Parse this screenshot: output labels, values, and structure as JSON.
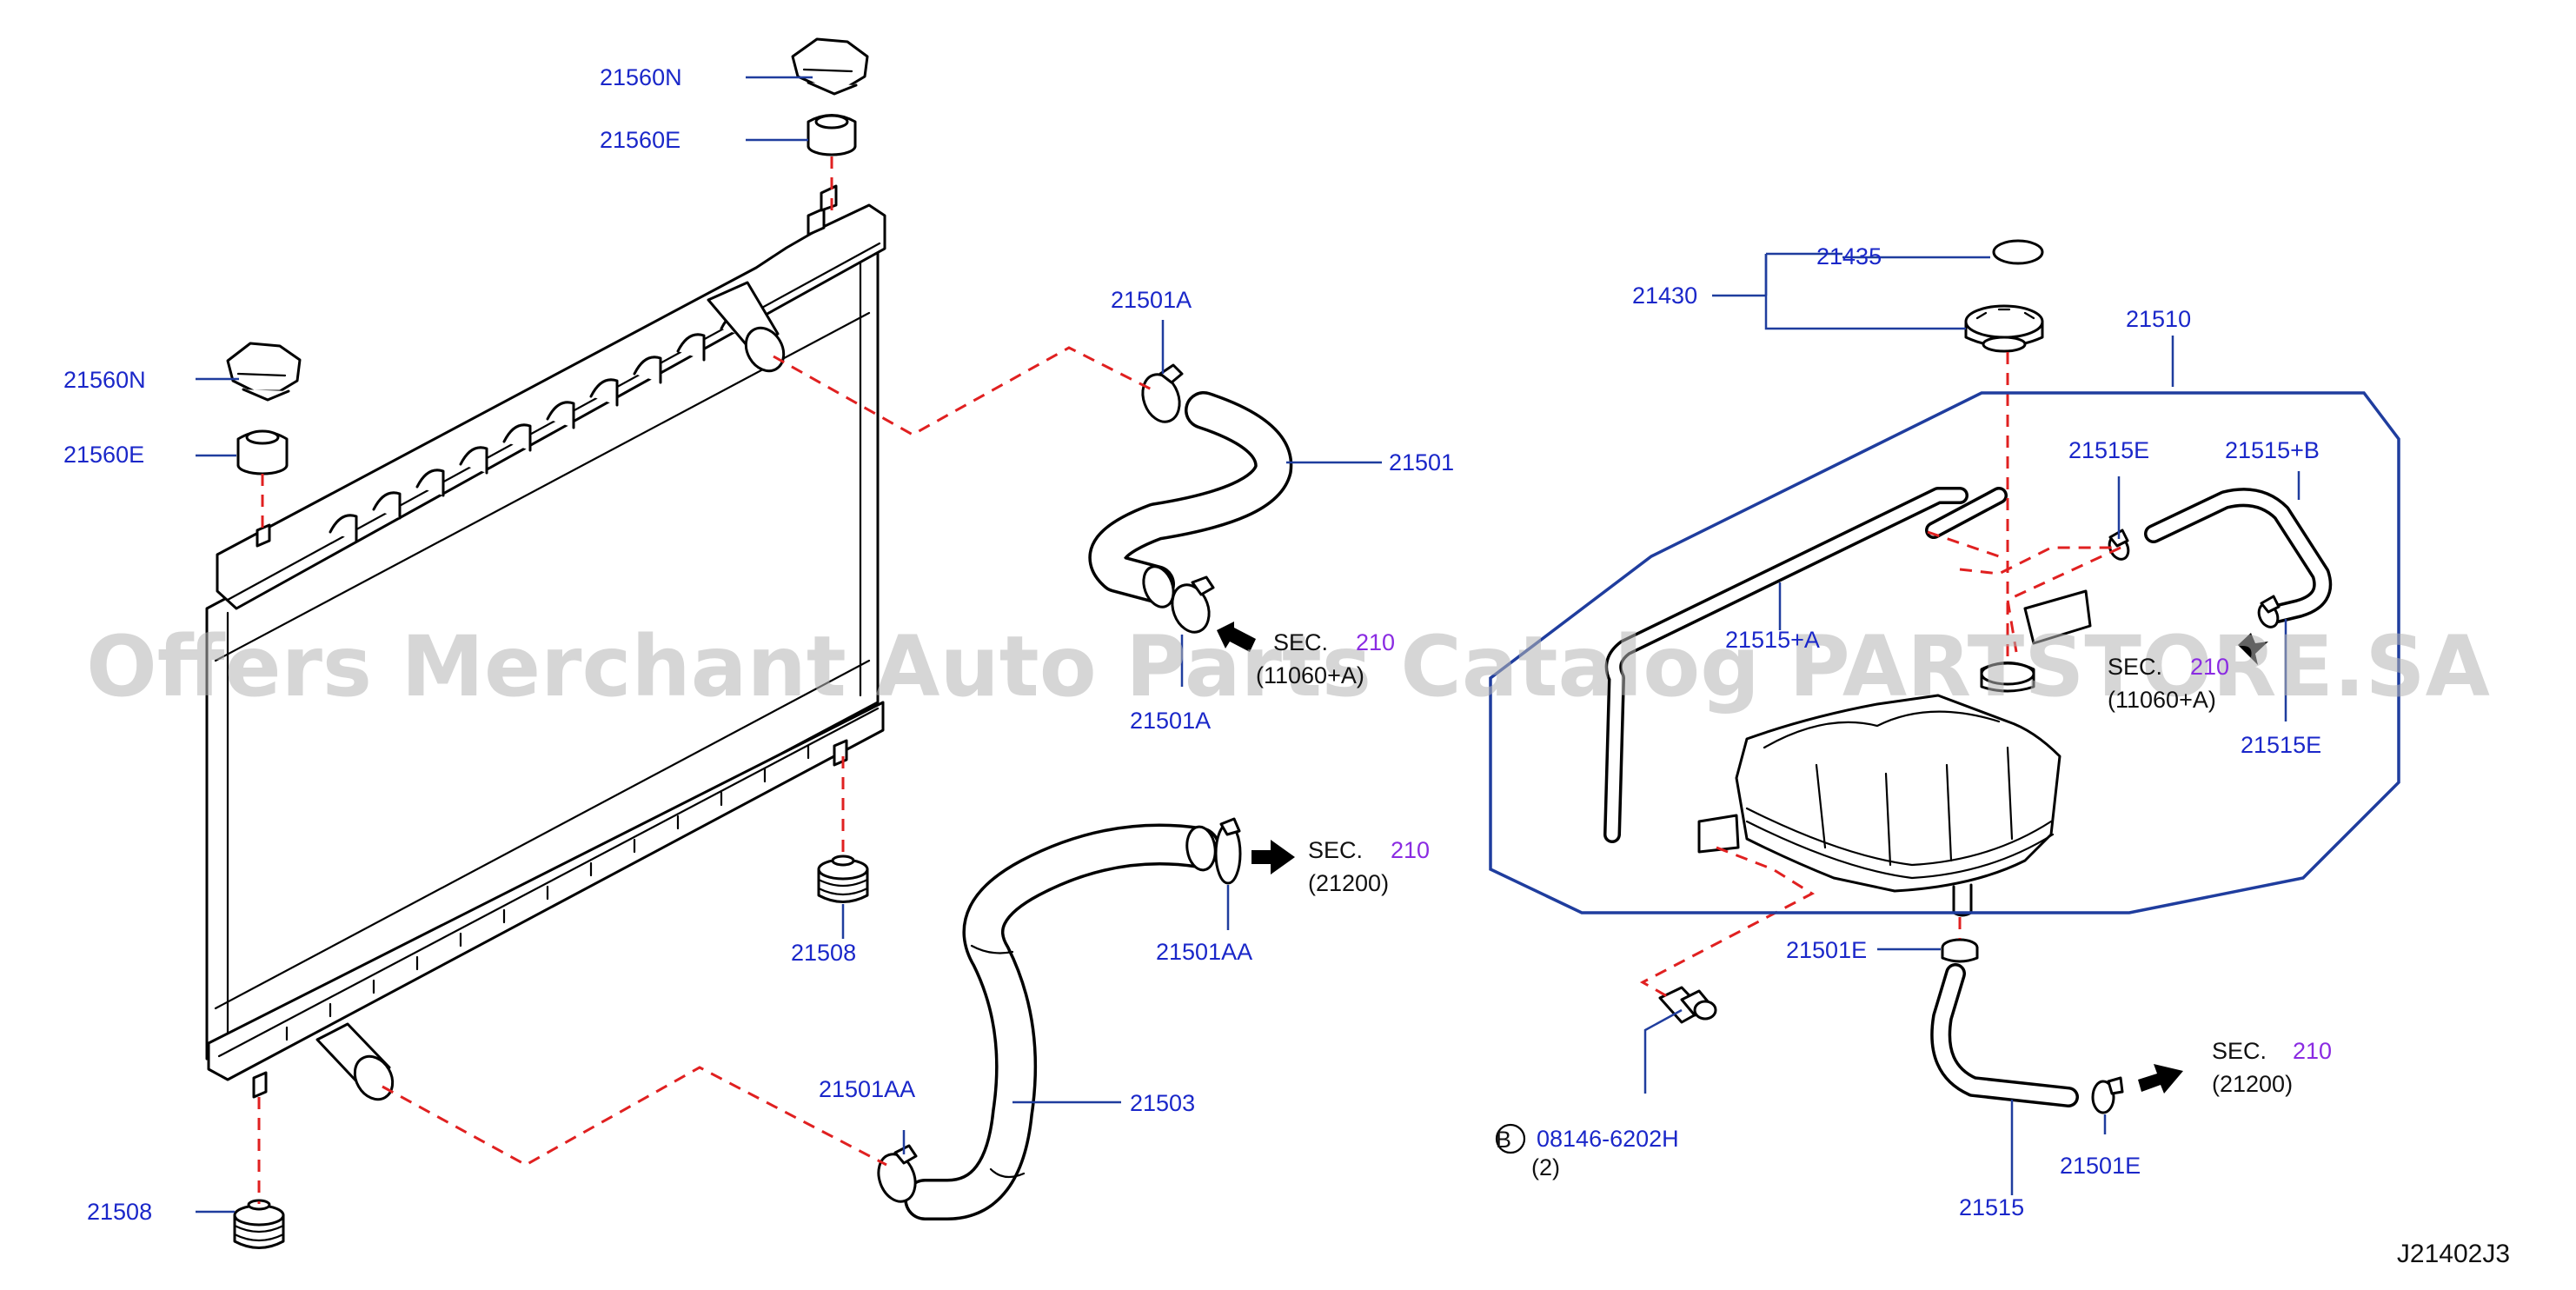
{
  "watermark": "Offers Merchant Auto Parts Catalog PARTSTORE.SA",
  "diagram_code": "J21402J3",
  "callouts": {
    "c21560N_top": "21560N",
    "c21560E_top": "21560E",
    "c21560N_left": "21560N",
    "c21560E_left": "21560E",
    "c21501A_top": "21501A",
    "c21501": "21501",
    "c21501A_bot": "21501A",
    "c21508_mid": "21508",
    "c21508_bot": "21508",
    "c21501AA_right": "21501AA",
    "c21501AA_left": "21501AA",
    "c21503": "21503",
    "c21435": "21435",
    "c21430": "21430",
    "c21510": "21510",
    "c21515E_top": "21515E",
    "c21515B": "21515+B",
    "c21515A": "21515+A",
    "c21515E_right": "21515E",
    "c21501E_top": "21501E",
    "c21501E_bot": "21501E",
    "c21515": "21515",
    "c08146": "08146-6202H",
    "c08146_qty": "(2)",
    "c08146_badge": "B"
  },
  "sections": [
    {
      "id": "sec1",
      "prefix": "SEC.",
      "number": "210",
      "ref": "(11060+A)"
    },
    {
      "id": "sec2",
      "prefix": "SEC.",
      "number": "210",
      "ref": "(21200)"
    },
    {
      "id": "sec3",
      "prefix": "SEC.",
      "number": "210",
      "ref": "(11060+A)"
    },
    {
      "id": "sec4",
      "prefix": "SEC.",
      "number": "210",
      "ref": "(21200)"
    }
  ]
}
